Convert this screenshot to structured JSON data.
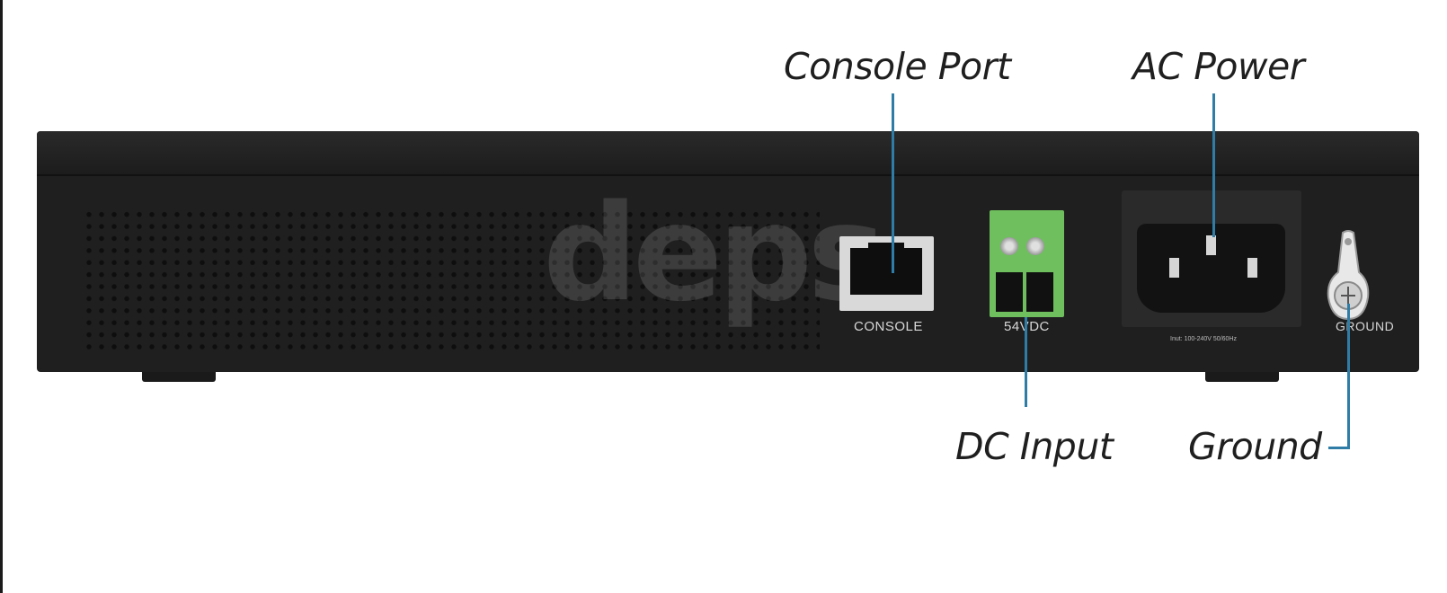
{
  "callouts": {
    "console_port": "Console Port",
    "ac_power": "AC Power",
    "dc_input": "DC Input",
    "ground": "Ground"
  },
  "device_labels": {
    "console": "CONSOLE",
    "dc": "54VDC",
    "ground": "GROUND",
    "ac_rating": "Inut: 100-240V 50/60Hz"
  },
  "watermark": "deps",
  "colors": {
    "chassis": "#1f1f1f",
    "leader_line": "#2f7da6",
    "terminal_block": "#6fbf5e"
  }
}
